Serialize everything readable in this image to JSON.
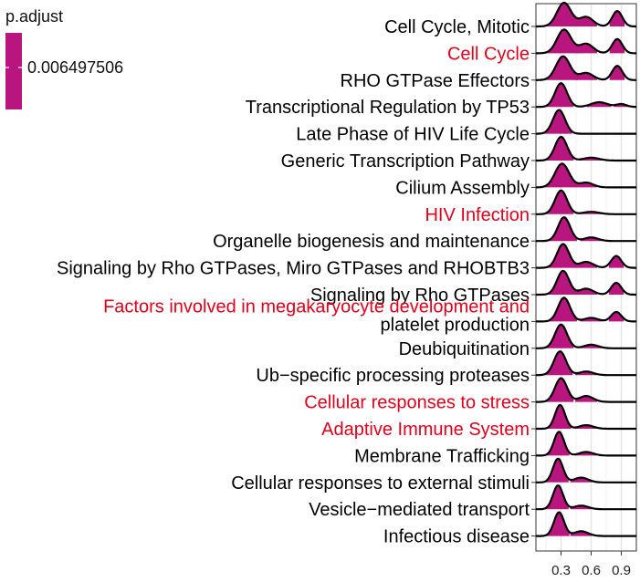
{
  "chart_data": {
    "type": "ridgeline",
    "legend": {
      "title": "p.adjust",
      "value_label": "0.006497506",
      "color": "#b8157e"
    },
    "x_ticks": [
      "0.3",
      "0.6",
      "0.9"
    ],
    "x_tick_values": [
      0.3,
      0.6,
      0.9
    ],
    "xlim": [
      0.05,
      1.05
    ],
    "grid": true,
    "fill_color": "#b8157e",
    "default_label_color": "#000000",
    "highlight_label_color": "#e0001b",
    "pathways": [
      {
        "name": "Cell Cycle, Mitotic",
        "highlight": false,
        "peaks": [
          [
            0.33,
            0.07,
            1.0
          ],
          [
            0.55,
            0.07,
            0.4
          ],
          [
            0.86,
            0.05,
            0.65
          ]
        ]
      },
      {
        "name": "Cell Cycle",
        "highlight": true,
        "peaks": [
          [
            0.33,
            0.07,
            1.0
          ],
          [
            0.55,
            0.07,
            0.4
          ],
          [
            0.86,
            0.05,
            0.6
          ]
        ]
      },
      {
        "name": "RHO GTPase Effectors",
        "highlight": false,
        "peaks": [
          [
            0.32,
            0.07,
            1.0
          ],
          [
            0.55,
            0.07,
            0.3
          ],
          [
            0.86,
            0.05,
            0.6
          ]
        ]
      },
      {
        "name": "Transcriptional Regulation by TP53",
        "highlight": false,
        "peaks": [
          [
            0.3,
            0.06,
            1.0
          ],
          [
            0.68,
            0.08,
            0.2
          ],
          [
            0.9,
            0.05,
            0.12
          ]
        ]
      },
      {
        "name": "Late Phase of HIV Life Cycle",
        "highlight": false,
        "peaks": [
          [
            0.28,
            0.06,
            1.0
          ]
        ]
      },
      {
        "name": "Generic Transcription Pathway",
        "highlight": false,
        "peaks": [
          [
            0.3,
            0.06,
            1.0
          ],
          [
            0.6,
            0.08,
            0.12
          ]
        ]
      },
      {
        "name": "Cilium Assembly",
        "highlight": false,
        "peaks": [
          [
            0.31,
            0.07,
            1.0
          ],
          [
            0.55,
            0.07,
            0.2
          ]
        ]
      },
      {
        "name": "HIV Infection",
        "highlight": true,
        "peaks": [
          [
            0.3,
            0.06,
            1.0
          ],
          [
            0.6,
            0.08,
            0.1
          ]
        ]
      },
      {
        "name": "Organelle biogenesis and maintenance",
        "highlight": false,
        "peaks": [
          [
            0.33,
            0.06,
            1.0
          ],
          [
            0.6,
            0.07,
            0.15
          ]
        ]
      },
      {
        "name": "Signaling by Rho GTPases, Miro GTPases and RHOBTB3",
        "highlight": false,
        "peaks": [
          [
            0.32,
            0.06,
            1.0
          ],
          [
            0.55,
            0.07,
            0.25
          ],
          [
            0.85,
            0.05,
            0.5
          ]
        ]
      },
      {
        "name": "Signaling by Rho GTPases",
        "highlight": false,
        "peaks": [
          [
            0.32,
            0.06,
            1.0
          ],
          [
            0.55,
            0.07,
            0.25
          ],
          [
            0.85,
            0.05,
            0.5
          ]
        ]
      },
      {
        "name": "Factors involved in megakaryocyte development and platelet production",
        "highlight": true,
        "peaks": [
          [
            0.33,
            0.06,
            1.0
          ],
          [
            0.6,
            0.07,
            0.15
          ],
          [
            0.85,
            0.05,
            0.4
          ]
        ]
      },
      {
        "name": "Deubiquitination",
        "highlight": false,
        "peaks": [
          [
            0.3,
            0.06,
            1.0
          ],
          [
            0.6,
            0.07,
            0.15
          ]
        ]
      },
      {
        "name": "Ub-specific processing proteases",
        "highlight": false,
        "peaks": [
          [
            0.29,
            0.06,
            1.0
          ],
          [
            0.55,
            0.07,
            0.15
          ]
        ]
      },
      {
        "name": "Cellular responses to stress",
        "highlight": true,
        "peaks": [
          [
            0.3,
            0.06,
            1.0
          ],
          [
            0.55,
            0.07,
            0.25
          ]
        ]
      },
      {
        "name": "Adaptive Immune System",
        "highlight": true,
        "peaks": [
          [
            0.29,
            0.05,
            1.0
          ],
          [
            0.55,
            0.07,
            0.15
          ]
        ]
      },
      {
        "name": "Membrane Trafficking",
        "highlight": false,
        "peaks": [
          [
            0.28,
            0.05,
            1.0
          ],
          [
            0.55,
            0.07,
            0.15
          ]
        ]
      },
      {
        "name": "Cellular responses to external stimuli",
        "highlight": false,
        "peaks": [
          [
            0.27,
            0.05,
            1.0
          ],
          [
            0.5,
            0.07,
            0.2
          ]
        ]
      },
      {
        "name": "Vesicle-mediated transport",
        "highlight": false,
        "peaks": [
          [
            0.27,
            0.05,
            1.0
          ],
          [
            0.5,
            0.07,
            0.15
          ]
        ]
      },
      {
        "name": "Infectious disease",
        "highlight": false,
        "peaks": [
          [
            0.28,
            0.05,
            1.0
          ],
          [
            0.5,
            0.07,
            0.2
          ]
        ]
      }
    ]
  }
}
